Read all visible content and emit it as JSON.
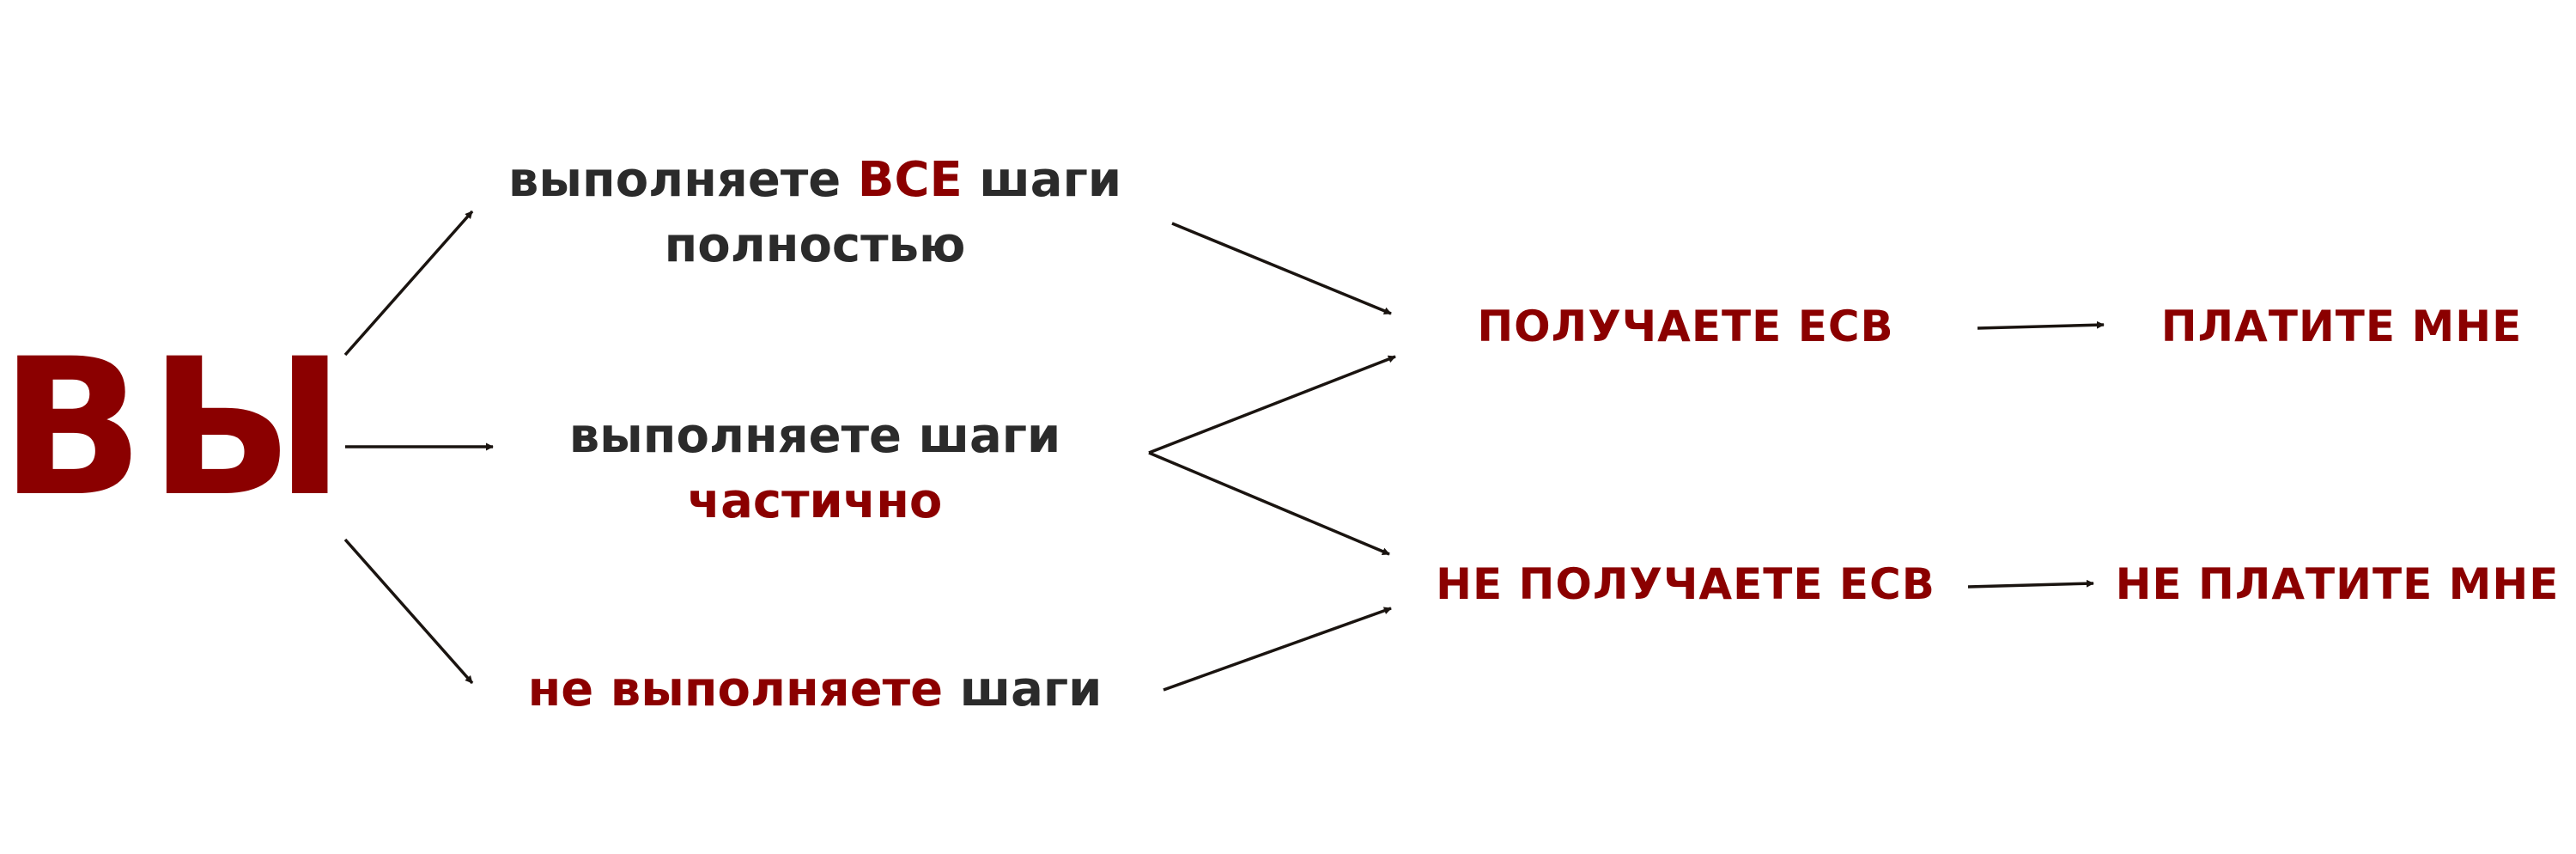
{
  "subject": "ВЫ",
  "branches": {
    "all": {
      "line1_a": "выполняете ",
      "line1_b": "ВСЕ",
      "line1_c": " шаги",
      "line2": "полностью"
    },
    "partial": {
      "line1": "выполняете шаги",
      "line2": "частично"
    },
    "none": {
      "part_a": "не выполняете",
      "part_b": " шаги"
    }
  },
  "outcomes": {
    "receive": "ПОЛУЧАЕТЕ ЕСВ",
    "pay": "ПЛАТИТЕ МНЕ",
    "not_receive": "НЕ ПОЛУЧАЕТЕ ЕСВ",
    "not_pay": "НЕ ПЛАТИТЕ МНЕ"
  },
  "colors": {
    "accent": "#8b0000",
    "text": "#2b2b2b",
    "arrow": "#1a1410"
  }
}
